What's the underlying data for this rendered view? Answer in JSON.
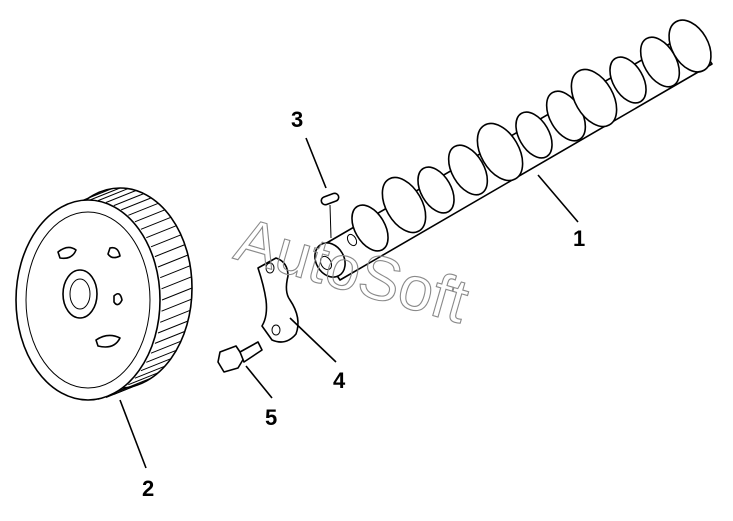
{
  "diagram": {
    "parts": [
      {
        "id": "camshaft",
        "callout": "1"
      },
      {
        "id": "gear",
        "callout": "2"
      },
      {
        "id": "key",
        "callout": "3"
      },
      {
        "id": "thrust-plate",
        "callout": "4"
      },
      {
        "id": "bolt",
        "callout": "5"
      }
    ],
    "watermark": "AutoSoft"
  }
}
